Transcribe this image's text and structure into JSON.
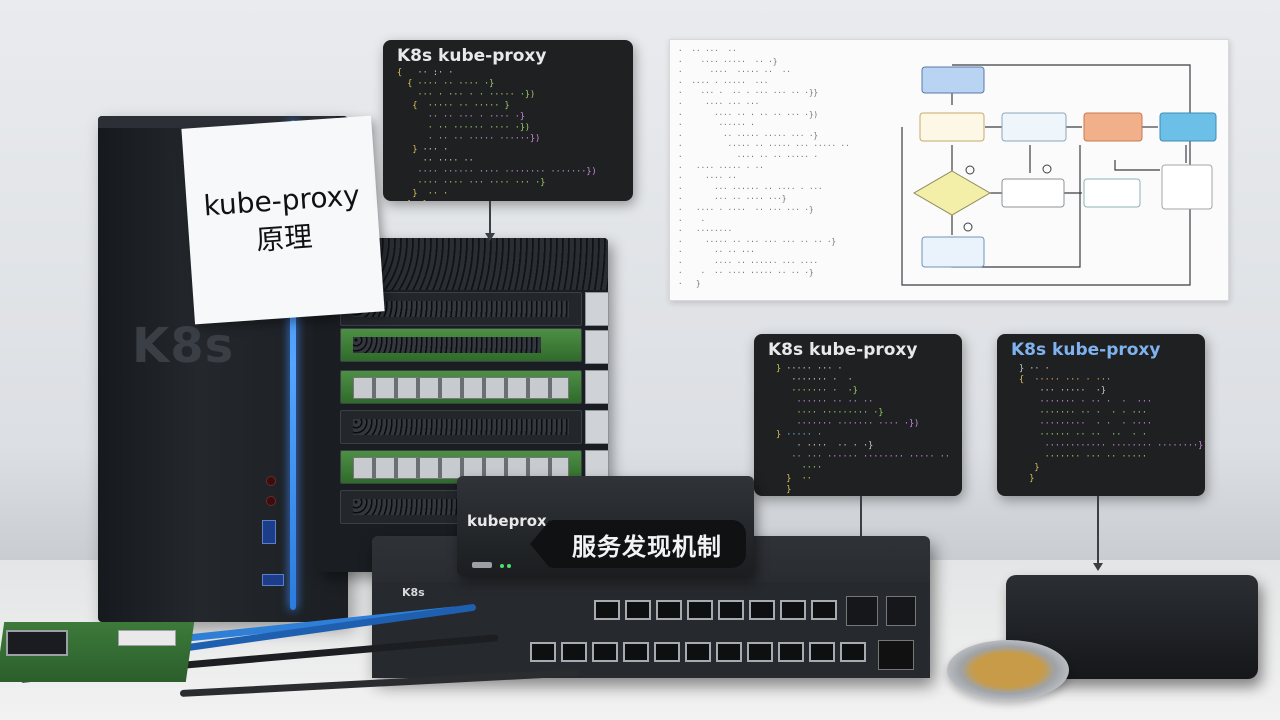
{
  "sticky_note": {
    "line1": "kube-proxy",
    "line2": "原理"
  },
  "tower": {
    "brand": "K8s"
  },
  "screens": {
    "top": {
      "title": "K8s kube-proxy"
    },
    "mid": {
      "title": "K8s kube-proxy"
    },
    "right": {
      "title": "K8s kube-proxy"
    }
  },
  "device": {
    "brand": "kubeprox",
    "banner": "服务发现机制"
  },
  "switch": {
    "brand": "K8s"
  },
  "colors": {
    "led": "#3f8cff",
    "panel_blue": "#6cc0e8",
    "panel_orange": "#f2b08a",
    "panel_yellow": "#f3eea8",
    "panel_lightblue": "#b9d4f2"
  }
}
